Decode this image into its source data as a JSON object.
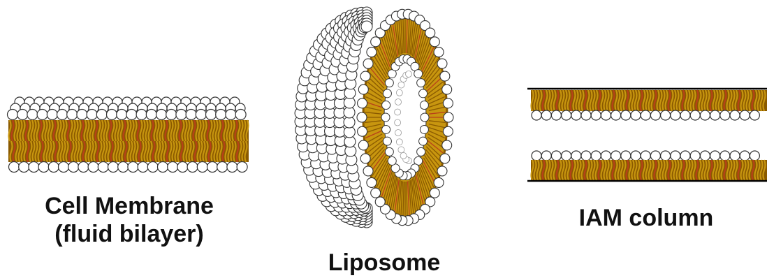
{
  "labels": {
    "cell_membrane_line1": "Cell Membrane",
    "cell_membrane_line2": "(fluid bilayer)",
    "liposome": "Liposome",
    "iam_column": "IAM column"
  },
  "colors": {
    "lipid_tail": "#c8960f",
    "lipid_tail_dark": "#8a5a00",
    "lipid_tail_red": "#b8401a",
    "head_fill": "#ffffff",
    "head_stroke": "#333333",
    "support_line": "#000000",
    "text": "#111111"
  }
}
